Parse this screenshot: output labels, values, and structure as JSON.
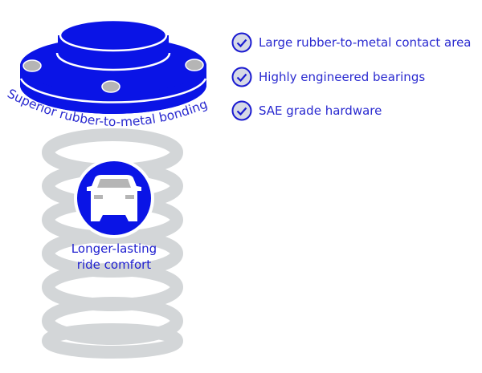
{
  "mount_label": "Superior rubber-to-metal bonding",
  "center_label": {
    "line1": "Longer-lasting",
    "line2": "ride comfort"
  },
  "features": [
    {
      "icon": "check-circle-icon",
      "label": "Large rubber-to-metal contact area"
    },
    {
      "icon": "check-circle-icon",
      "label": "Highly engineered bearings"
    },
    {
      "icon": "check-circle-icon",
      "label": "SAE grade hardware"
    }
  ],
  "colors": {
    "brand_blue": "#0a14e6",
    "text_blue": "#2a2ad0",
    "spring_gray": "#d3d6d8",
    "bolt_gray": "#b5b5b5"
  }
}
